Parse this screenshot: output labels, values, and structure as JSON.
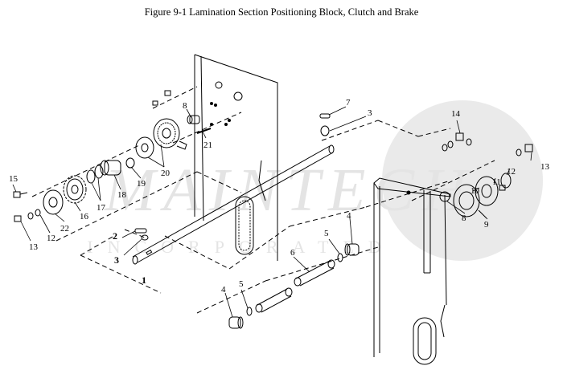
{
  "figure": {
    "title": "Figure 9-1 Lamination Section Positioning Block, Clutch and Brake"
  },
  "watermark": {
    "main": "MAINTECH",
    "sub": "INCORPORATED",
    "color": "#cfcfcf"
  },
  "callouts": {
    "c1": "1",
    "c2": "2",
    "c3": "3",
    "c3b": "3",
    "c4a": "4",
    "c4b": "4",
    "c5a": "5",
    "c5b": "5",
    "c6": "6",
    "c7": "7",
    "c8a": "8",
    "c8b": "8",
    "c9": "9",
    "c10": "10",
    "c11": "11",
    "c12a": "12",
    "c12b": "12",
    "c13a": "13",
    "c13b": "13",
    "c14": "14",
    "c15": "15",
    "c16": "16",
    "c17": "17",
    "c18": "18",
    "c19": "19",
    "c20": "20",
    "c21": "21",
    "c22": "22"
  },
  "colors": {
    "line": "#000000",
    "ground": "#ffffff"
  }
}
